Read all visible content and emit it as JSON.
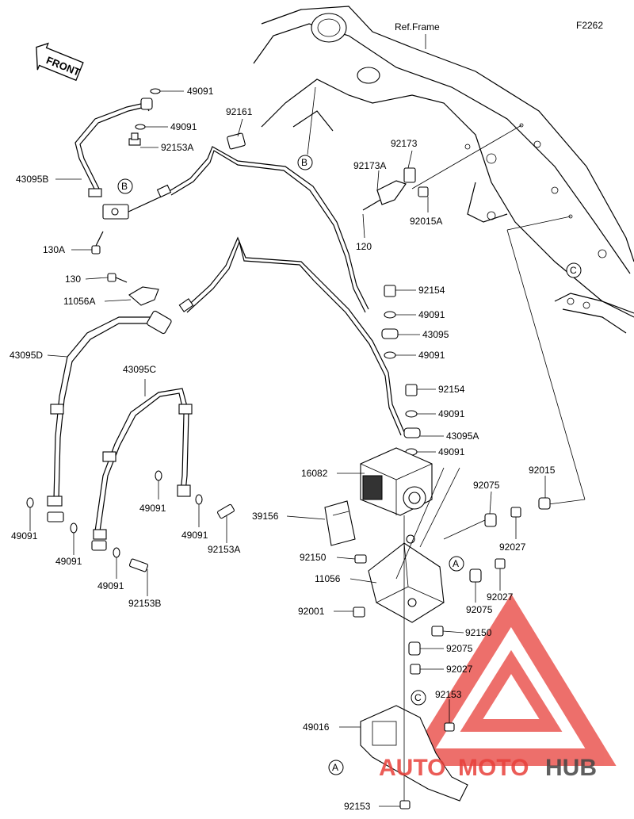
{
  "diagram_code": "F2262",
  "front_label": "FRONT",
  "ref_frame": "Ref.Frame",
  "circle_markers": {
    "a": "A",
    "b": "B",
    "c": "C"
  },
  "part_labels": {
    "p49091_1": "49091",
    "p49091_2": "49091",
    "p92153A_1": "92153A",
    "p43095B": "43095B",
    "p130A": "130A",
    "p92161": "92161",
    "p92173": "92173",
    "p92173A": "92173A",
    "p92015A": "92015A",
    "p120": "120",
    "p130": "130",
    "p11056A": "11056A",
    "p92154_1": "92154",
    "p49091_3": "49091",
    "p43095": "43095",
    "p49091_4": "49091",
    "p43095D": "43095D",
    "p43095C": "43095C",
    "p92154_2": "92154",
    "p49091_5": "49091",
    "p43095A": "43095A",
    "p49091_6": "49091",
    "p16082": "16082",
    "p92075_1": "92075",
    "p92015": "92015",
    "p39156": "39156",
    "p49091_7": "49091",
    "p49091_8": "49091",
    "p92153A_2": "92153A",
    "p92027_1": "92027",
    "p49091_9": "49091",
    "p49091_10": "49091",
    "p92150_1": "92150",
    "p92153B": "92153B",
    "p11056": "11056",
    "p92075_2": "92075",
    "p92027_2": "92027",
    "p92001": "92001",
    "p92150_2": "92150",
    "p92075_3": "92075",
    "p92027_3": "92027",
    "p92153_1": "92153",
    "p49016": "49016",
    "p92153_2": "92153"
  },
  "watermark": {
    "part1": "AUTO",
    "part2": "MOTO",
    "part3": "HUB"
  },
  "colors": {
    "watermark_red": "#e8403a",
    "watermark_dark": "#444444",
    "ink": "#000000"
  }
}
